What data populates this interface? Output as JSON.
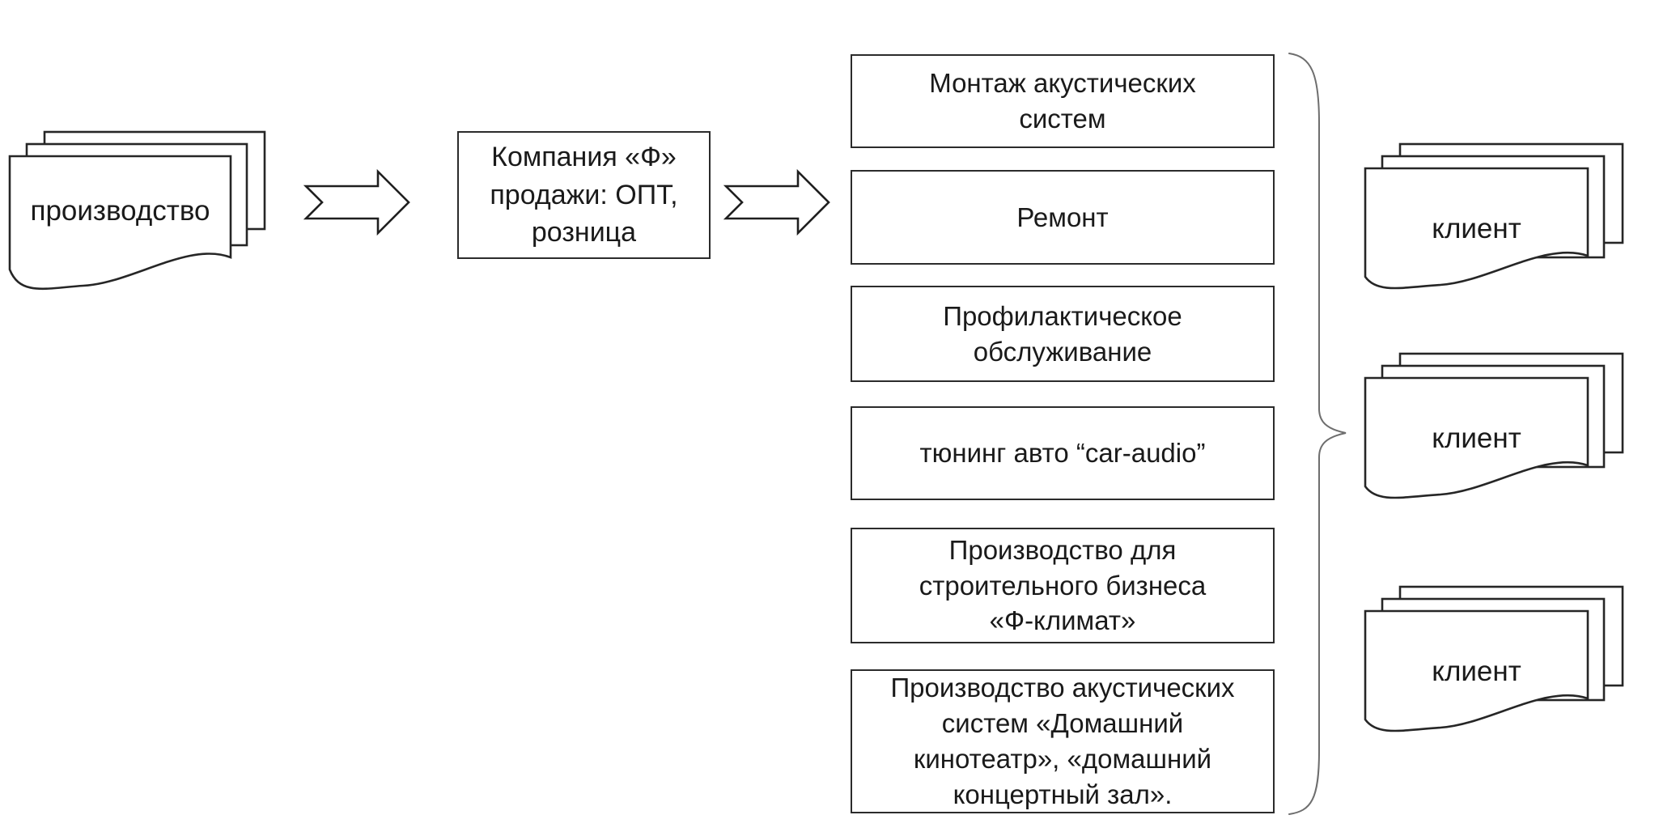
{
  "producer": {
    "label": "производство"
  },
  "company": {
    "label": "Компания «Ф»\nпродажи: ОПТ,\nрозница"
  },
  "services": [
    {
      "label": "Монтаж акустических\nсистем"
    },
    {
      "label": "Ремонт"
    },
    {
      "label": "Профилактическое\nобслуживание"
    },
    {
      "label": "тюнинг авто “car-audio”"
    },
    {
      "label": "Производство для\nстроительного бизнеса\n«Ф-климат»"
    },
    {
      "label": "Производство акустических\nсистем «Домашний\nкинотеатр», «домашний\nконцертный зал»."
    }
  ],
  "clients": [
    {
      "label": "клиент"
    },
    {
      "label": "клиент"
    },
    {
      "label": "клиент"
    }
  ],
  "colors": {
    "ink": "#1f1f1f",
    "background": "#ffffff"
  }
}
